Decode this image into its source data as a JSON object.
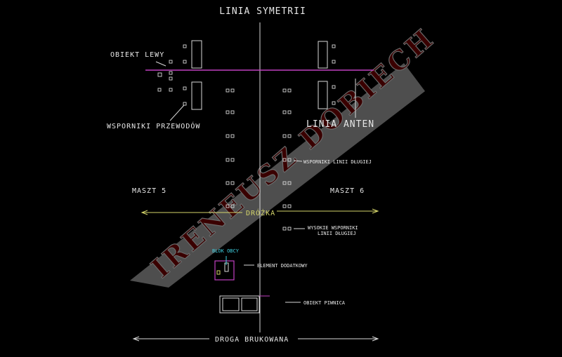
{
  "title": "LINIA SYMETRII",
  "labels": {
    "obiekt_lewy": "OBIEKT LEWY",
    "wsporniki_przewodow": "WSPORNIKI PRZEWODÓW",
    "linia_anten": "LINIA ANTEN",
    "wsporniki_linii_dlugiej": "WSPORNIKI LINII DŁUGIEJ",
    "maszt_5": "MASZT 5",
    "maszt_6": "MASZT 6",
    "drozka": "DRÓŻKA",
    "wysokie_wsporniki_1": "WYSOKIE WSPORNIKI",
    "wysokie_wsporniki_2": "LINII DŁUGIEJ",
    "blok_obcy": "BLOK OBCY",
    "element_dodatkowy": "ELEMENT DODATKOWY",
    "obiekt_piwnica": "OBIEKT PIWNICA",
    "droga_brukowana": "DROGA BRUKOWANA"
  },
  "watermark": "IRENEUSZ DOBIECH",
  "colors": {
    "background": "#000000",
    "lines": "#d8d8d8",
    "magenta": "#c040c0",
    "yellow_path": "#d4d46a",
    "cyan_label": "#40d0e0",
    "watermark_fill": "#3a0000"
  }
}
